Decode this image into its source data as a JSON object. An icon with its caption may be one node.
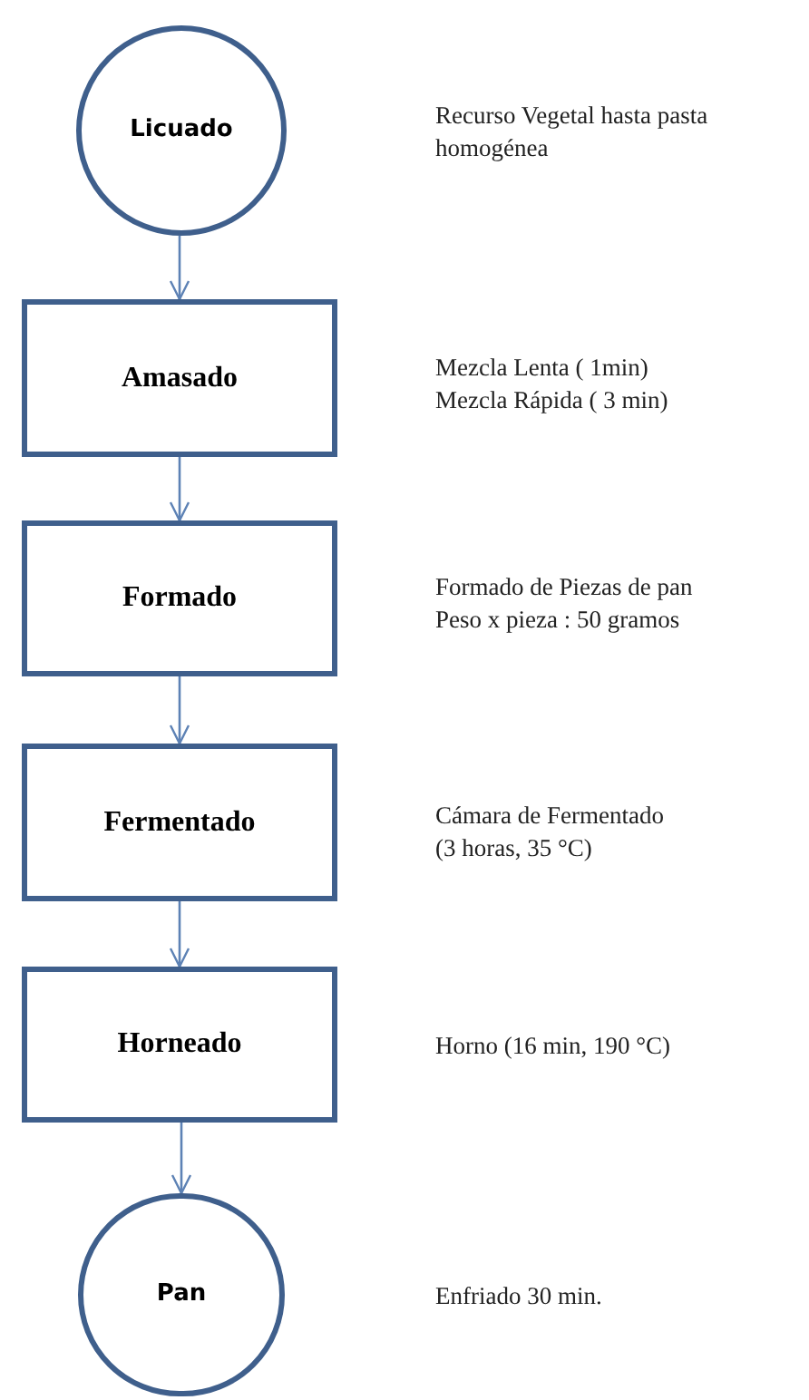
{
  "diagram": {
    "nodes": [
      {
        "text": [
          "Licuado"
        ]
      },
      {
        "text": [
          "Amasado"
        ]
      },
      {
        "text": [
          "Formado"
        ]
      },
      {
        "text": [
          "Fermentado"
        ]
      },
      {
        "text": [
          "Horneado"
        ]
      },
      {
        "text": [
          "Pan"
        ]
      }
    ],
    "edges": [
      {
        "from": 0,
        "to": 1,
        "arrow": "to"
      },
      {
        "from": 1,
        "to": 2,
        "arrow": "to"
      },
      {
        "from": 2,
        "to": 3,
        "arrow": "to"
      },
      {
        "from": 3,
        "to": 4,
        "arrow": "to"
      },
      {
        "from": 4,
        "to": 5,
        "arrow": "to"
      }
    ],
    "labels": [
      "Recurso Vegetal hasta pasta homogénea",
      "Mezcla Lenta ( 1min)",
      "Mezcla Rápida ( 3 min)",
      "Formado de Piezas de pan",
      "Peso x pieza : 50 gramos",
      "Cámara de Fermentado",
      "(3 horas, 35 °C)",
      "Horno (16 min, 190 °C)",
      "Enfriado 30 min."
    ]
  }
}
